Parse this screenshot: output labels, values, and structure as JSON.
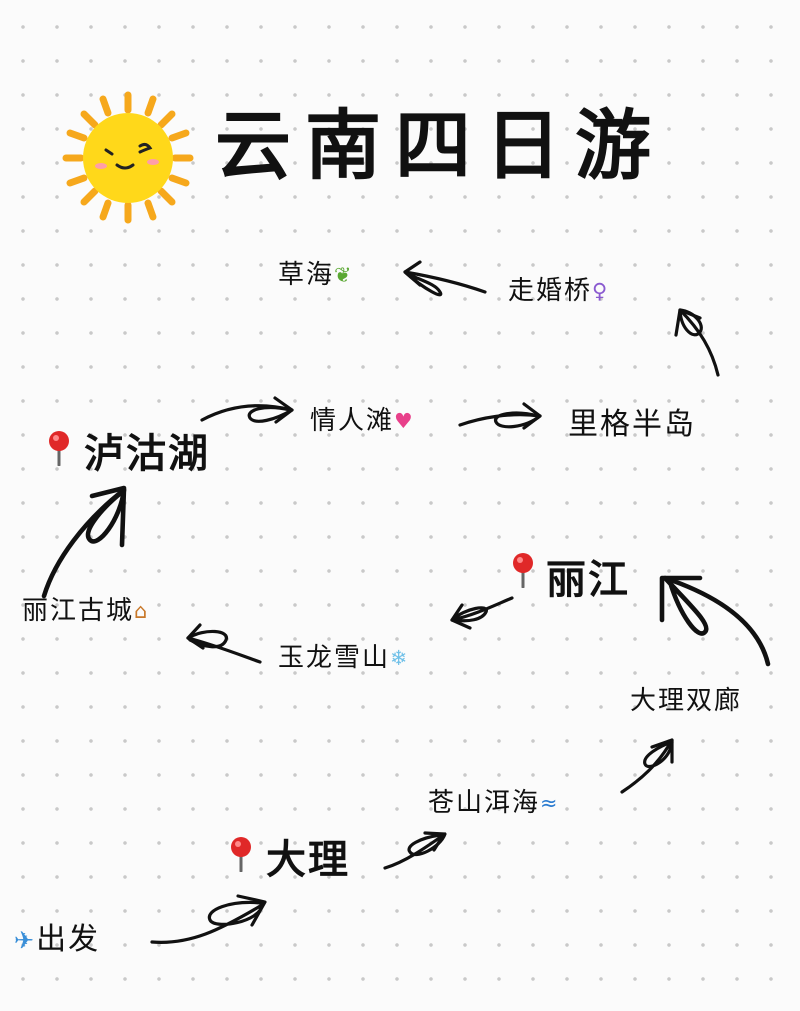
{
  "title": "云南四日游",
  "stops": {
    "depart": "出发",
    "dali": "大理",
    "cangshan": "苍山洱海",
    "dali_corridor": "大理双廊",
    "lijiang": "丽江",
    "jade_dragon": "玉龙雪山",
    "lijiang_old_town": "丽江古城",
    "lugu_lake": "泸沽湖",
    "lovers_beach": "情人滩",
    "lige_peninsula": "里格半岛",
    "walking_bridge": "走婚桥",
    "grass_sea": "草海"
  },
  "icons": {
    "sun": "sun-icon",
    "depart": "airplane-icon",
    "cangshan": "wave-icon",
    "jade_dragon": "snowflake-icon",
    "lijiang_old_town": "house-icon",
    "lovers_beach": "heart-icon",
    "walking_bridge": "walking-person-icon",
    "grass_sea": "leaf-icon",
    "pin": "location-pin-icon"
  },
  "colors": {
    "sun_yellow": "#ffd81a",
    "sun_ray": "#f6a81c",
    "pin_red": "#e02828",
    "ink": "#111111"
  }
}
